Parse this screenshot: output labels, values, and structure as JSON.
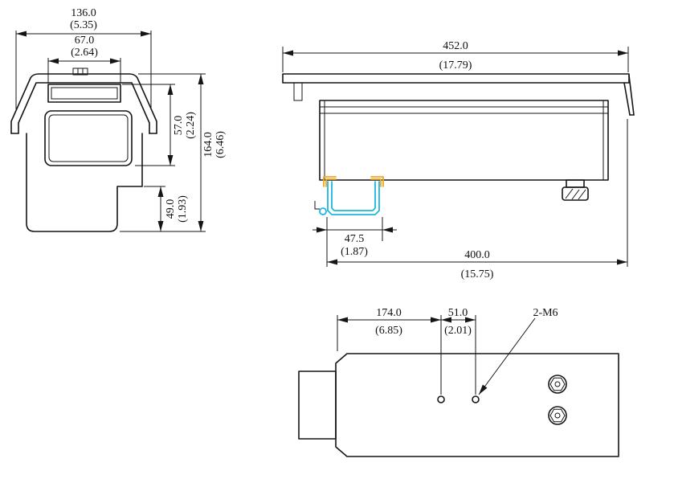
{
  "front_view": {
    "dim_overall_width": {
      "mm": "136.0",
      "inch": "(5.35)"
    },
    "dim_inner_width": {
      "mm": "67.0",
      "inch": "(2.64)"
    },
    "dim_window_height": {
      "mm": "57.0",
      "inch": "(2.24)"
    },
    "dim_overall_height": {
      "mm": "164.0",
      "inch": "(6.46)"
    },
    "dim_lower_height": {
      "mm": "49.0",
      "inch": "(1.93)"
    }
  },
  "side_view": {
    "dim_overall_length": {
      "mm": "452.0",
      "inch": "(17.79)"
    },
    "dim_bracket_width": {
      "mm": "47.5",
      "inch": "(1.87)"
    },
    "dim_body_length": {
      "mm": "400.0",
      "inch": "(15.75)"
    }
  },
  "bottom_view": {
    "dim_hole_offset": {
      "mm": "174.0",
      "inch": "(6.85)"
    },
    "dim_hole_spacing": {
      "mm": "51.0",
      "inch": "(2.01)"
    },
    "hole_label": "2-M6"
  },
  "colors": {
    "line": "#151515",
    "bracket_channel": "#1cb8e0",
    "bracket_flange": "#f5a623"
  }
}
